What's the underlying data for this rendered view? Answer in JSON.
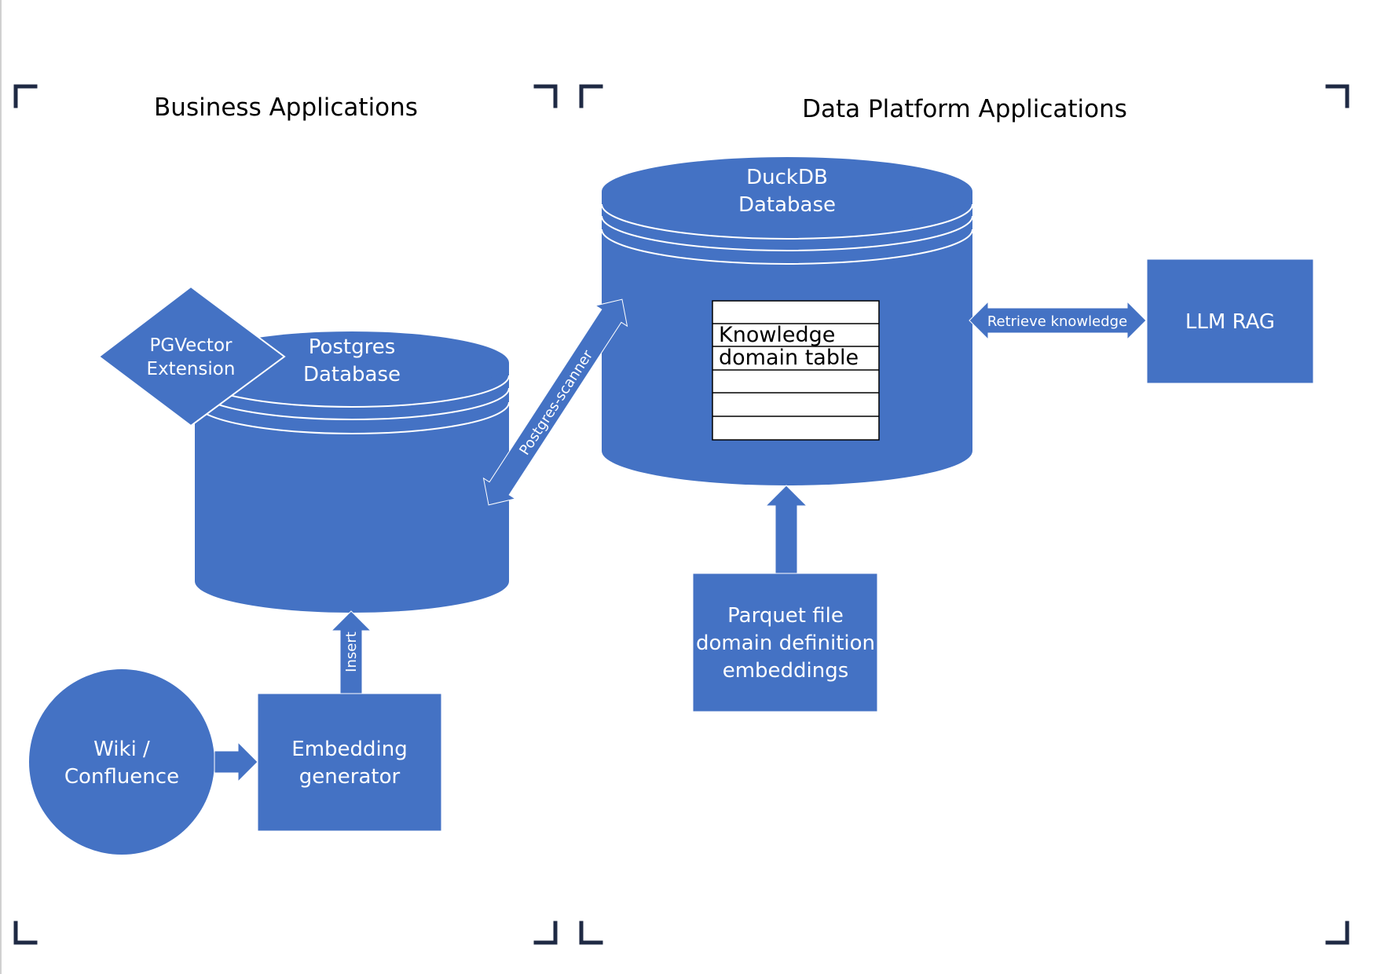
{
  "colors": {
    "shape_fill": "#4472c4",
    "shape_stroke": "#ffffff",
    "bracket": "#1f2a44",
    "table_fill": "#ffffff",
    "table_stroke": "#000000"
  },
  "sections": {
    "business": {
      "title": "Business Applications"
    },
    "platform": {
      "title": "Data Platform Applications"
    }
  },
  "nodes": {
    "postgres": {
      "line1": "Postgres",
      "line2": "Database"
    },
    "pgvector": {
      "line1": "PGVector",
      "line2": "Extension"
    },
    "duckdb": {
      "line1": "DuckDB",
      "line2": "Database"
    },
    "knowledge_table": {
      "line1": "Knowledge",
      "line2": "domain table"
    },
    "llm_rag": {
      "label": "LLM RAG"
    },
    "wiki": {
      "line1": "Wiki /",
      "line2": "Confluence"
    },
    "embedding": {
      "line1": "Embedding",
      "line2": "generator"
    },
    "parquet": {
      "line1": "Parquet file",
      "line2": "domain definition",
      "line3": "embeddings"
    }
  },
  "edges": {
    "postgres_scanner": {
      "label": "Postgres-scanner"
    },
    "retrieve_knowledge": {
      "label": "Retrieve knowledge"
    },
    "insert": {
      "label": "Insert"
    }
  },
  "icons": {
    "corner_bracket": "corner-bracket-icon"
  }
}
